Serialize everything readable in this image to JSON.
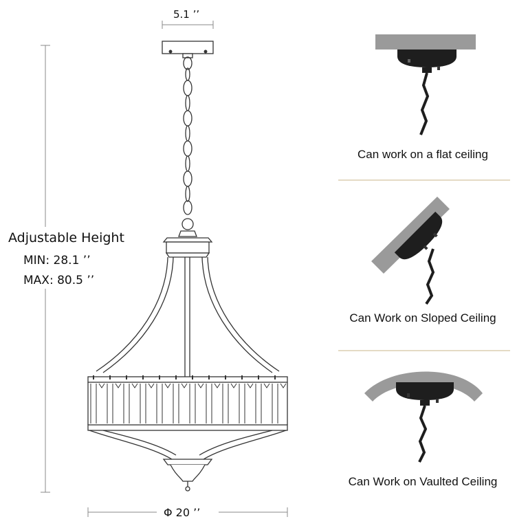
{
  "dimensions": {
    "top_width": "5.1 ’’",
    "diameter": "Φ 20 ’’"
  },
  "height_spec": {
    "title": "Adjustable Height",
    "min": "MIN:  28.1 ’’",
    "max": "MAX: 80.5 ’’"
  },
  "mount_options": [
    {
      "caption": "Can work on a flat ceiling",
      "type": "flat"
    },
    {
      "caption": "Can Work on Sloped Ceiling",
      "type": "sloped"
    },
    {
      "caption": "Can Work on Vaulted Ceiling",
      "type": "vaulted"
    }
  ],
  "colors": {
    "line": "#333333",
    "ceiling": "#9a9a9a",
    "canopy": "#1e1e1e",
    "divider": "#c8b68a"
  }
}
